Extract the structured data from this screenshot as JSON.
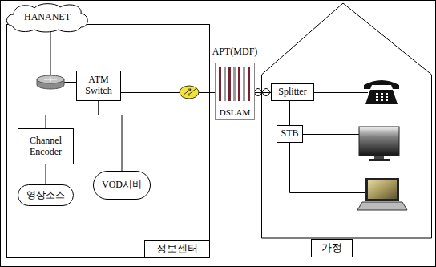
{
  "diagram": {
    "nodes": [
      {
        "text": [
          "HANANET"
        ]
      },
      {
        "text": [
          "정보센터"
        ]
      },
      {
        "text": [
          "ATM Switch"
        ],
        "in": 1
      },
      {
        "text": [
          "Channel Encoder"
        ],
        "in": 1
      },
      {
        "text": [
          "영상소스"
        ],
        "in": 1
      },
      {
        "text": [
          "VOD서버"
        ],
        "in": 1
      },
      {
        "text": [
          "APT(MDF)",
          "DSLAM"
        ]
      },
      {
        "text": [
          "가정"
        ]
      },
      {
        "text": [
          "Splitter"
        ],
        "in": 7
      },
      {
        "text": [
          "STB"
        ],
        "in": 7
      }
    ],
    "edges": [
      {
        "from": 2,
        "to": 6,
        "arrow": "none"
      },
      {
        "from": 2,
        "to": 3,
        "arrow": "none"
      },
      {
        "from": 2,
        "to": 5,
        "arrow": "none"
      },
      {
        "from": 3,
        "to": 4,
        "arrow": "none"
      },
      {
        "from": 6,
        "to": 8,
        "arrow": "none"
      },
      {
        "from": 8,
        "to": 9,
        "arrow": "none"
      }
    ]
  }
}
